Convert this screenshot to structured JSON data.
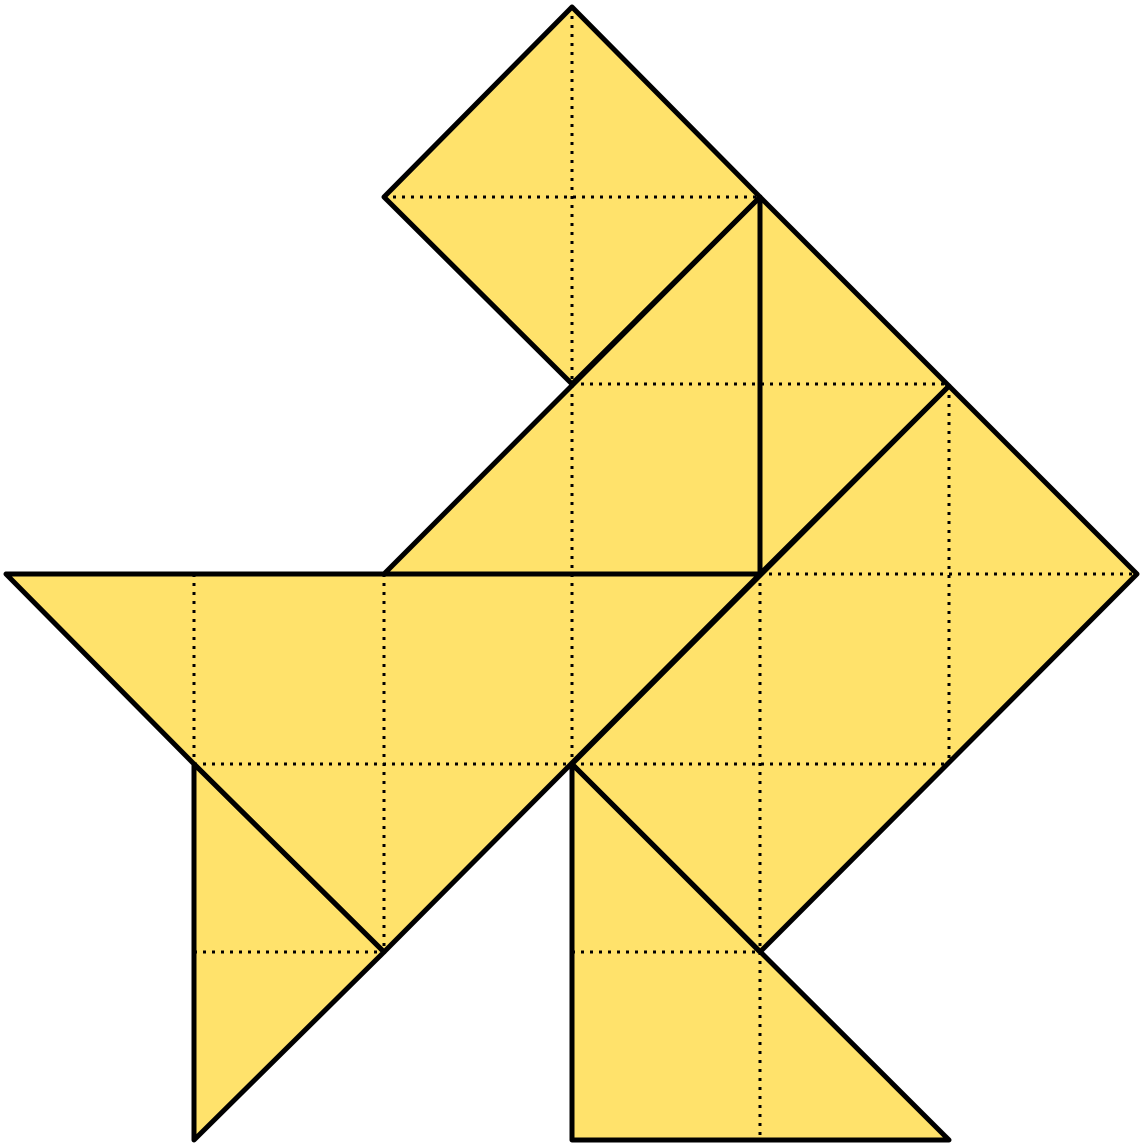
{
  "figure": {
    "fill_color": "#FFE26B",
    "outline_color": "#000000",
    "grid_line_style": "dotted",
    "pieces": [
      {
        "name": "top-square-piece",
        "shape": "square"
      },
      {
        "name": "neck-triangle-piece",
        "shape": "triangle"
      },
      {
        "name": "head-triangle-piece",
        "shape": "triangle"
      },
      {
        "name": "body-large-triangle-piece",
        "shape": "triangle"
      },
      {
        "name": "tail-parallelogram-piece",
        "shape": "parallelogram"
      },
      {
        "name": "left-foot-triangle-piece",
        "shape": "triangle"
      },
      {
        "name": "right-foot-triangle-piece",
        "shape": "triangle"
      }
    ]
  }
}
